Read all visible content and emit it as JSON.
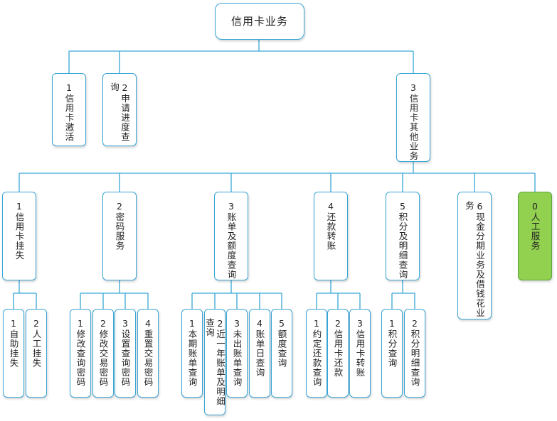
{
  "root": {
    "label": "信用卡业务"
  },
  "level1": [
    {
      "label": "1信用卡激活"
    },
    {
      "label": "2申请进度查询"
    },
    {
      "label": "3信用卡其他业务"
    }
  ],
  "level2": [
    {
      "label": "1信用卡挂失"
    },
    {
      "label": "2密码服务"
    },
    {
      "label": "3账单及额度查询"
    },
    {
      "label": "4还款转账"
    },
    {
      "label": "5积分及明细查询"
    },
    {
      "label": "6现金分期业务及借钱花业务"
    },
    {
      "label": "0人工服务"
    }
  ],
  "level3": {
    "loss_report": [
      {
        "label": "1自助挂失"
      },
      {
        "label": "2人工挂失"
      }
    ],
    "password": [
      {
        "label": "1修改查询密码"
      },
      {
        "label": "2修改交易密码"
      },
      {
        "label": "3设置查询密码"
      },
      {
        "label": "4重置交易密码"
      }
    ],
    "statement": [
      {
        "label": "1本期账单查询"
      },
      {
        "label": "2近一年账单及明细查询"
      },
      {
        "label": "3未出账单查询"
      },
      {
        "label": "4账单日查询"
      },
      {
        "label": "5额度查询"
      }
    ],
    "repayment": [
      {
        "label": "1约定还款查询"
      },
      {
        "label": "2信用卡还款"
      },
      {
        "label": "3信用卡转账"
      }
    ],
    "points": [
      {
        "label": "1积分查询"
      },
      {
        "label": "2积分明细查询"
      }
    ]
  },
  "colors": {
    "border": "#3aa6d6",
    "line": "#3aa6d6",
    "highlight": "#92d050"
  }
}
